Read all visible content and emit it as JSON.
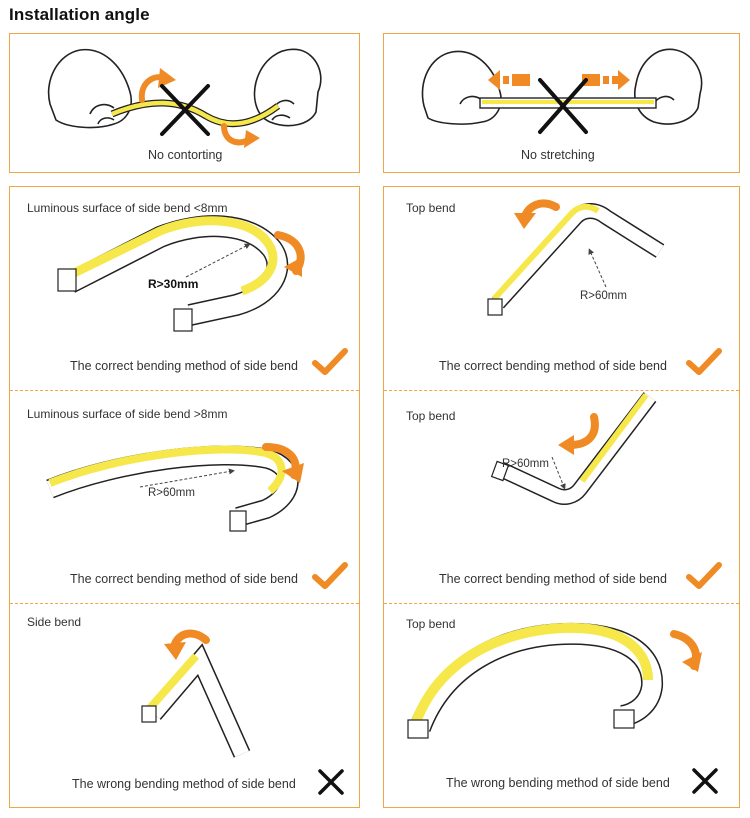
{
  "page": {
    "title": "Installation angle"
  },
  "colors": {
    "border": "#f0a648",
    "arrow": "#f08a24",
    "strip_yellow": "#f6e84a",
    "check": "#f08a24",
    "cross": "#111111"
  },
  "top_panels": [
    {
      "caption": "No contorting",
      "icons": [
        "hands-icon",
        "curved-arrow-icon",
        "cross-mark-icon"
      ]
    },
    {
      "caption": "No stretching",
      "icons": [
        "hands-icon",
        "pull-arrow-icon",
        "cross-mark-icon"
      ]
    }
  ],
  "left_column": [
    {
      "heading": "Luminous surface of side bend <8mm",
      "radius": "R>30mm",
      "caption": "The correct bending method of side bend",
      "result": "check-mark-icon"
    },
    {
      "heading": "Luminous surface of side bend >8mm",
      "radius": "R>60mm",
      "caption": "The correct bending method of side bend",
      "result": "check-mark-icon"
    },
    {
      "heading": "Side bend",
      "radius": "",
      "caption": "The wrong bending method of side bend",
      "result": "cross-mark-icon"
    }
  ],
  "right_column": [
    {
      "heading": "Top bend",
      "radius": "R>60mm",
      "caption": "The correct bending method of side bend",
      "result": "check-mark-icon"
    },
    {
      "heading": "Top bend",
      "radius": "R>60mm",
      "caption": "The correct bending method of side bend",
      "result": "check-mark-icon"
    },
    {
      "heading": "Top bend",
      "radius": "",
      "caption": "The wrong bending method of side bend",
      "result": "cross-mark-icon"
    }
  ]
}
